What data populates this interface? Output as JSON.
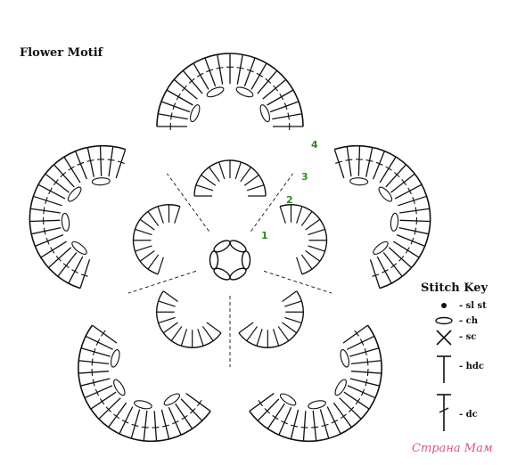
{
  "title": "Flower Motif",
  "legend": {
    "title": "Stitch Key",
    "items": [
      {
        "symbol": "dot",
        "label": "- sl st"
      },
      {
        "symbol": "oval",
        "label": "- ch"
      },
      {
        "symbol": "x",
        "label": "- sc"
      },
      {
        "symbol": "t",
        "label": "- hdc"
      },
      {
        "symbol": "dc",
        "label": "- dc"
      }
    ]
  },
  "round_markers": [
    "1",
    "2",
    "3",
    "4"
  ],
  "watermark": "Страна Мам",
  "colors": {
    "ink": "#111111",
    "round_marker": "#2f8a1e",
    "watermark": "#d8577c"
  }
}
